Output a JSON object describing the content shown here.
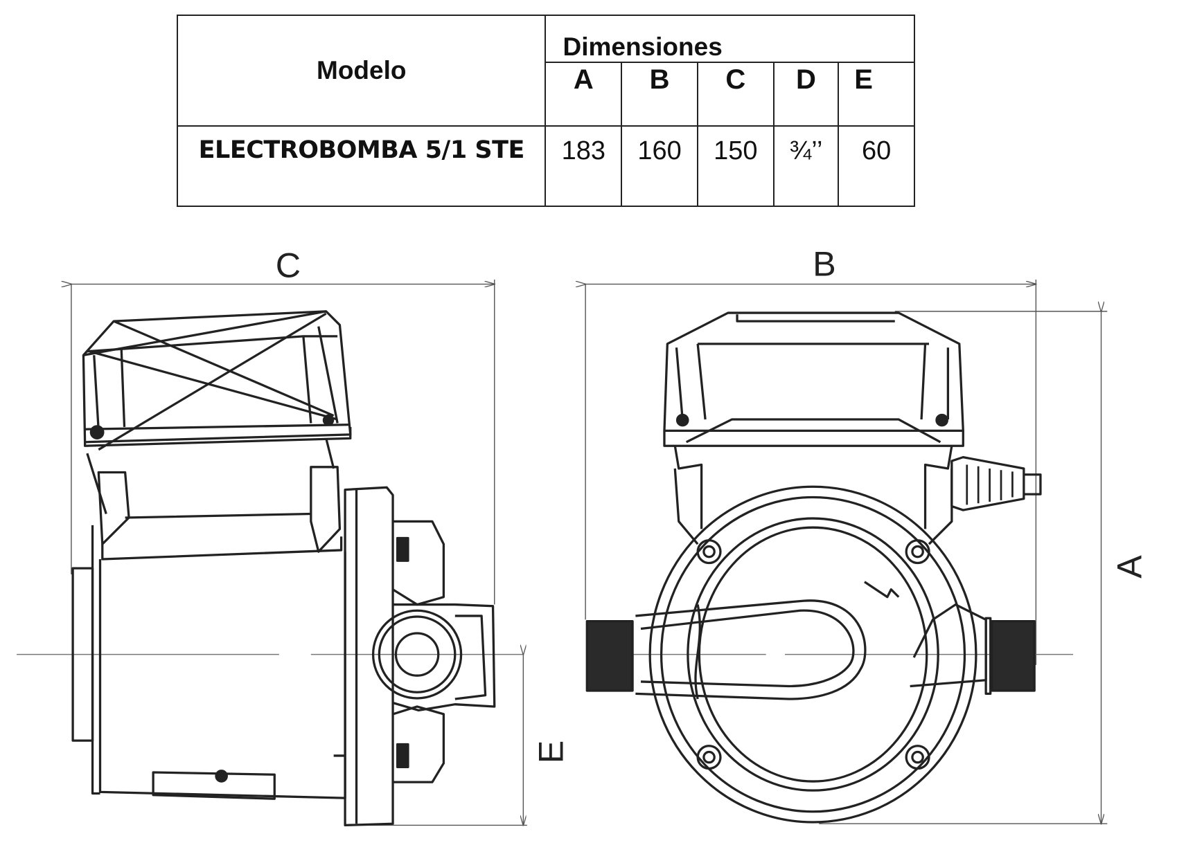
{
  "table": {
    "model_header": "Modelo",
    "dimensions_header": "Dimensiones",
    "columns": [
      "A",
      "B",
      "C",
      "D",
      "E"
    ],
    "rows": [
      {
        "model": "ELECTROBOMBA 5/1 STE",
        "values": [
          "183",
          "160",
          "150",
          "¾’’",
          "60"
        ]
      }
    ]
  },
  "drawing": {
    "side_view": {
      "width_label": "C",
      "height_label": "E"
    },
    "front_view": {
      "width_label": "B",
      "height_label": "A"
    }
  }
}
